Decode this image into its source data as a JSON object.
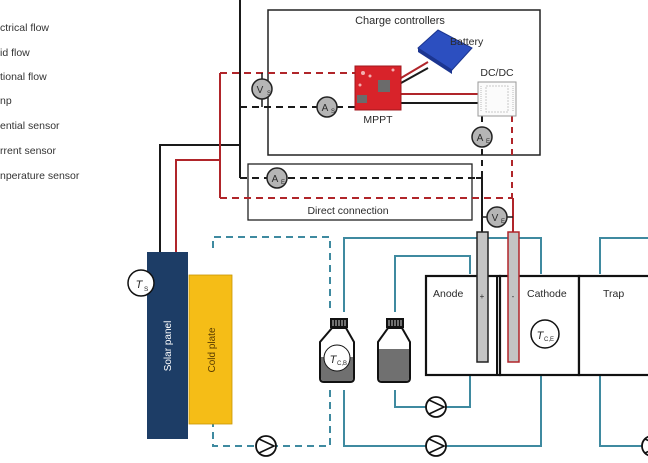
{
  "legend": {
    "items": [
      {
        "label": "ctrical flow",
        "icon": "electrical-flow-line"
      },
      {
        "label": "id flow",
        "icon": "fluid-flow-line"
      },
      {
        "label": "tional flow",
        "icon": "optional-flow-line"
      },
      {
        "label": "np",
        "icon": "pump-icon"
      },
      {
        "label": "ential sensor",
        "icon": "potential-sensor-icon"
      },
      {
        "label": "rrent sensor",
        "icon": "current-sensor-icon"
      },
      {
        "label": "nperature sensor",
        "icon": "temperature-sensor-icon"
      }
    ]
  },
  "charge_controllers": {
    "title": "Charge controllers",
    "battery_label": "Battery",
    "dcdc_label": "DC/DC",
    "mppt_label": "MPPT"
  },
  "direct_connection": {
    "title": "Direct connection"
  },
  "sensors": {
    "vs": {
      "main": "V",
      "sub": "S"
    },
    "as": {
      "main": "A",
      "sub": "S"
    },
    "ae_top": {
      "main": "A",
      "sub": "E"
    },
    "ae_direct": {
      "main": "A",
      "sub": "E"
    },
    "ve": {
      "main": "V",
      "sub": "E"
    },
    "ts": {
      "main": "T",
      "sub": "S"
    },
    "tcb": {
      "main": "T",
      "sub": "C,B"
    },
    "tce": {
      "main": "T",
      "sub": "C,E"
    }
  },
  "components": {
    "solar_panel": "Solar panel",
    "cold_plate": "Cold plate",
    "anode": "Anode",
    "cathode": "Cathode",
    "trap": "Trap",
    "plus": "+",
    "minus": "-"
  },
  "colors": {
    "electrical_black": "#1a1a1a",
    "electrical_red": "#b0252a",
    "fluid": "#3f8aa0",
    "solar_panel": "#1d3d66",
    "cold_plate": "#f5bd17",
    "sensor_fill": "#b5b5b5",
    "electrode_fill": "#c4c4c4",
    "mppt": "#d8232a",
    "battery": "#2c4fc0"
  }
}
